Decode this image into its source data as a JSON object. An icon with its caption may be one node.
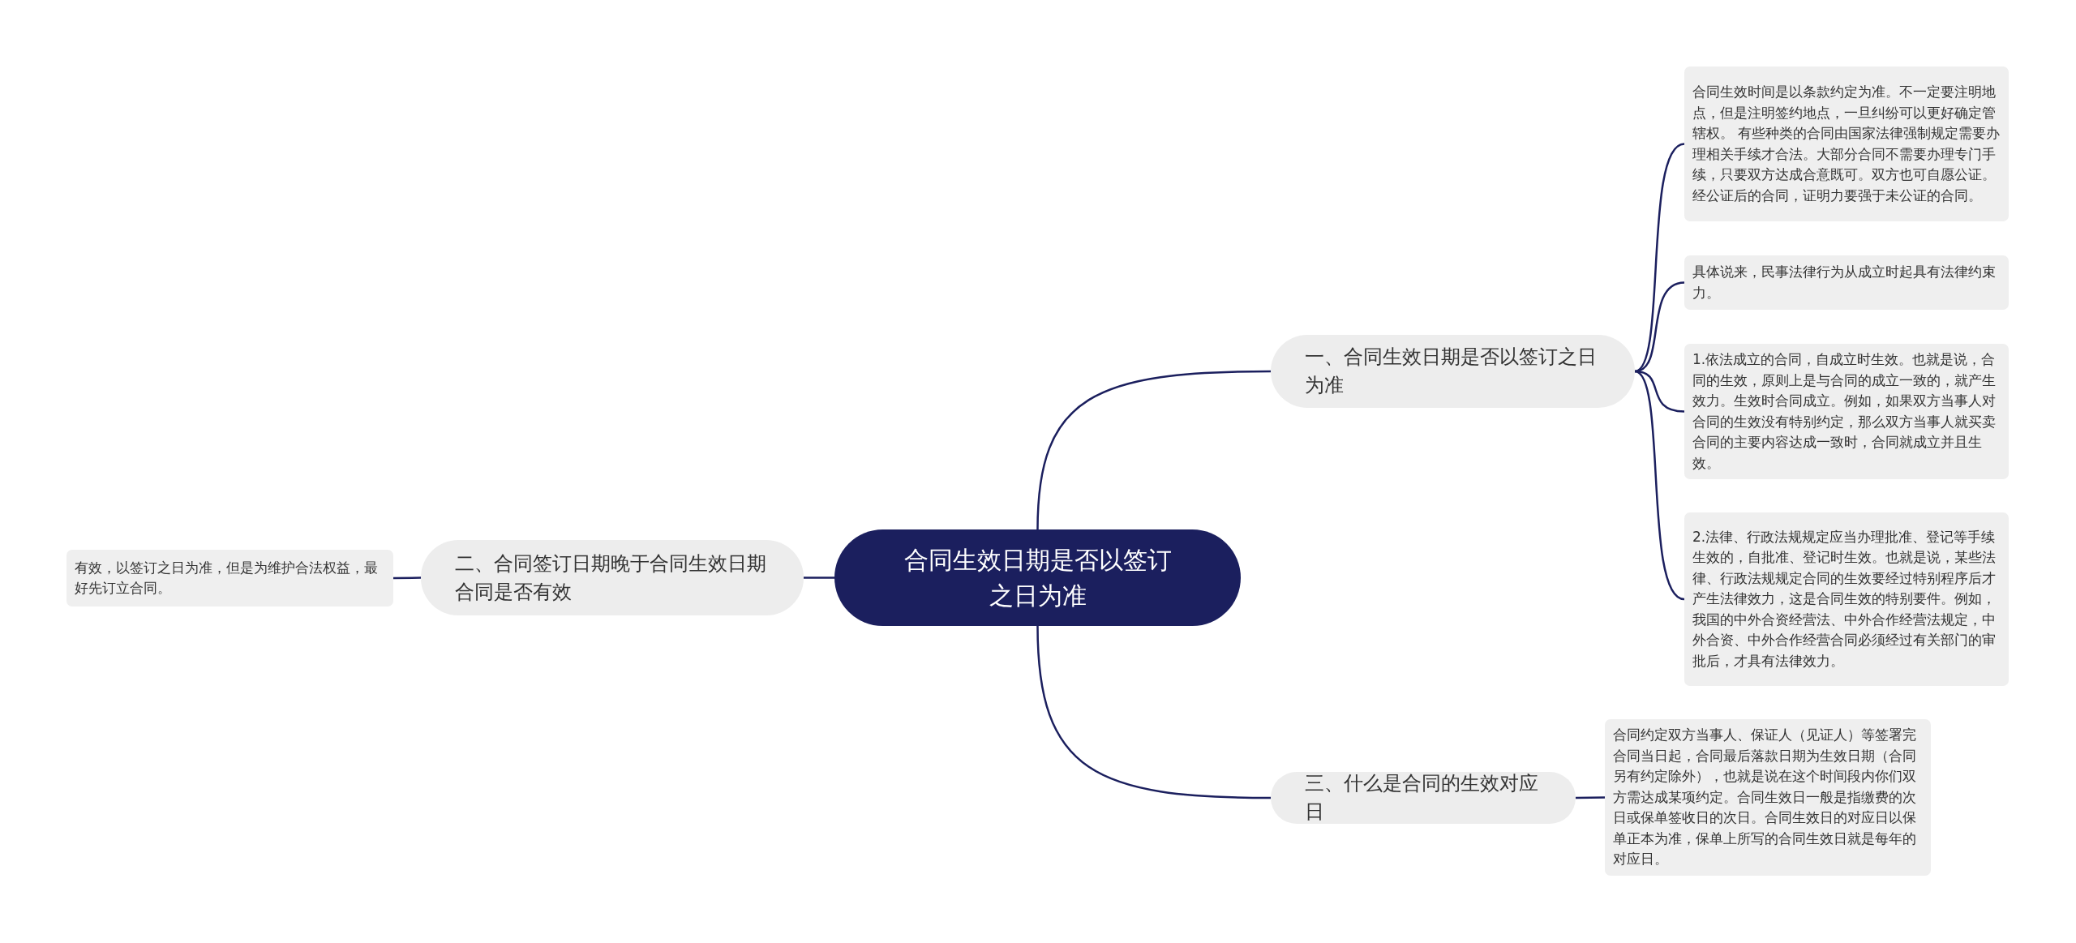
{
  "diagram": {
    "nodes": [
      {
        "text": [
          "合同生效日期是否以签订之日为准"
        ]
      },
      {
        "text": [
          "一、合同生效日期是否以签订之日为准"
        ]
      },
      {
        "text": [
          "合同生效时间是以条款约定为准。不一定要注明地点，但是注明签约地点，一旦纠纷可以更好确定管辖权。 有些种类的合同由国家法律强制规定需要办理相关手续才合法。大部分合同不需要办理专门手续，只要双方达成合意既可。双方也可自愿公证。经公证后的合同，证明力要强于未公证的合同。"
        ]
      },
      {
        "text": [
          "具体说来，民事法律行为从成立时起具有法律约束力。"
        ]
      },
      {
        "text": [
          "1.依法成立的合同，自成立时生效。也就是说，合同的生效，原则上是与合同的成立一致的，就产生效力。生效时合同成立。例如，如果双方当事人对合同的生效没有特别约定，那么双方当事人就买卖合同的主要内容达成一致时，合同就成立并且生效。"
        ]
      },
      {
        "text": [
          "2.法律、行政法规规定应当办理批准、登记等手续生效的，自批准、登记时生效。也就是说，某些法律、行政法规规定合同的生效要经过特别程序后才产生法律效力，这是合同生效的特别要件。例如，我国的中外合资经营法、中外合作经营法规定，中外合资、中外合作经营合同必须经过有关部门的审批后，才具有法律效力。"
        ]
      },
      {
        "text": [
          "二、合同签订日期晚于合同生效日期合同是否有效"
        ]
      },
      {
        "text": [
          "有效，以签订之日为准，但是为维护合法权益，最好先订立合同。"
        ]
      },
      {
        "text": [
          "三、什么是合同的生效对应日"
        ]
      },
      {
        "text": [
          "合同约定双方当事人、保证人（见证人）等签署完合同当日起，合同最后落款日期为生效日期（合同另有约定除外），也就是说在这个时间段内你们双方需达成某项约定。合同生效日一般是指缴费的次日或保单签收日的次日。合同生效日的对应日以保单正本为准，保单上所写的合同生效日就是每年的对应日。"
        ]
      }
    ],
    "edges": [
      {
        "from": 0,
        "to": 1,
        "arrow": "none"
      },
      {
        "from": 1,
        "to": 2,
        "arrow": "none"
      },
      {
        "from": 1,
        "to": 3,
        "arrow": "none"
      },
      {
        "from": 1,
        "to": 4,
        "arrow": "none"
      },
      {
        "from": 1,
        "to": 5,
        "arrow": "none"
      },
      {
        "from": 0,
        "to": 6,
        "arrow": "none"
      },
      {
        "from": 6,
        "to": 7,
        "arrow": "none"
      },
      {
        "from": 0,
        "to": 8,
        "arrow": "none"
      },
      {
        "from": 8,
        "to": 9,
        "arrow": "none"
      }
    ]
  }
}
